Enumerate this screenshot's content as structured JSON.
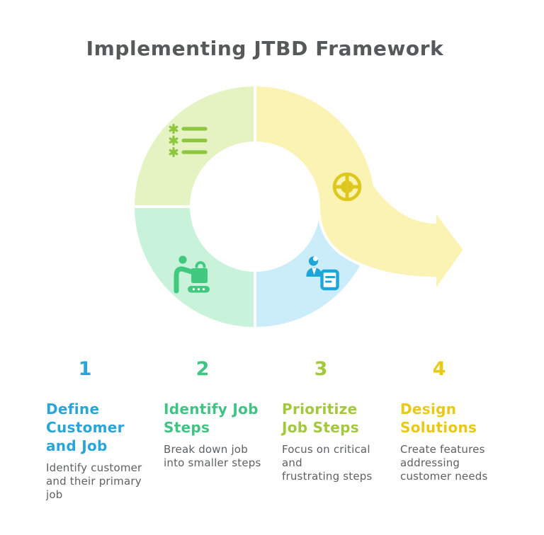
{
  "title": "Implementing JTBD Framework",
  "title_color": "#57585a",
  "description_color": "#5f6062",
  "diagram": {
    "segments": [
      {
        "position": "top-left",
        "icon": "checklist-icon",
        "fill": "#e5f3c3",
        "icon_color": "#8dc63f"
      },
      {
        "position": "top-right-arrow",
        "icon": "wheel-icon",
        "fill": "#fbf3b4",
        "icon_color": "#dfc81d"
      },
      {
        "position": "bottom-left",
        "icon": "person-luggage-icon",
        "fill": "#c9f2db",
        "icon_color": "#41c97f"
      },
      {
        "position": "bottom-right",
        "icon": "person-card-icon",
        "fill": "#cbedfa",
        "icon_color": "#1ea6db"
      }
    ]
  },
  "steps": [
    {
      "number": "1",
      "color": "#29a5da",
      "title": "Define\nCustomer\nand Job",
      "description": "Identify customer\nand their primary\njob"
    },
    {
      "number": "2",
      "color": "#3fc484",
      "title": "Identify Job\nSteps",
      "description": "Break down job\ninto smaller steps"
    },
    {
      "number": "3",
      "color": "#a3c83d",
      "title": "Prioritize\nJob Steps",
      "description": "Focus on critical and\nfrustrating steps"
    },
    {
      "number": "4",
      "color": "#e8ca14",
      "title": "Design\nSolutions",
      "description": "Create features\naddressing\ncustomer needs"
    }
  ]
}
